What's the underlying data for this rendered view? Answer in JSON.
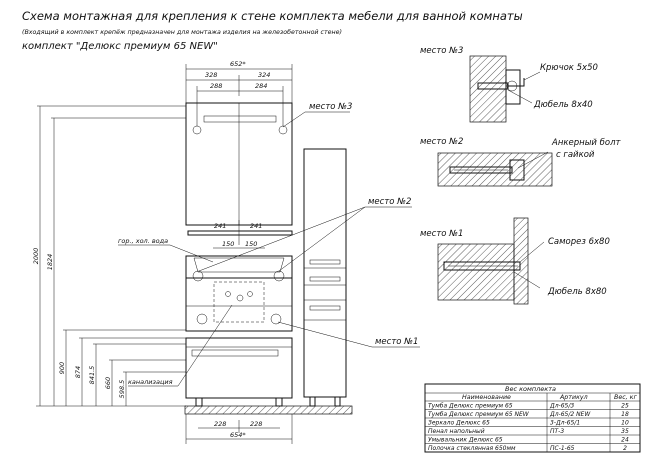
{
  "header": {
    "title": "Схема монтажная для крепления к стене комплекта мебели для ванной комнаты",
    "subtitle": "(Входящий в комплект крепёж предназначен для монтажа изделия на железобетонной стене)",
    "kit_name": "комплект \"Делюкс премиум 65 NEW\""
  },
  "dimensions": {
    "top_overall": "652*",
    "top_left": "328",
    "top_right": "324",
    "top_inner_left": "288",
    "top_inner_right": "284",
    "shelf_left": "241",
    "shelf_right": "241",
    "pipes_left": "150",
    "pipes_right": "150",
    "bottom_left": "228",
    "bottom_right": "228",
    "bottom_overall": "654*",
    "heights": [
      "2000",
      "1824",
      "900",
      "874",
      "841.5",
      "660",
      "598.5"
    ]
  },
  "labels": {
    "place3": "место №3",
    "place2": "место №2",
    "place1": "место №1",
    "water": "гор., хол. вода",
    "sewer": "канализация"
  },
  "details": [
    {
      "place": "место №3",
      "items": [
        "Крючок 5х50",
        "Дюбель 8х40"
      ]
    },
    {
      "place": "место №2",
      "items": [
        "Анкерный болт",
        "с гайкой"
      ]
    },
    {
      "place": "место №1",
      "items": [
        "Саморез 6х80",
        "Дюбель 8х80"
      ]
    }
  ],
  "weight_table": {
    "title": "Вес комплекта",
    "headers": [
      "Наименование",
      "Артикул",
      "Вес, кг"
    ],
    "rows": [
      [
        "Тумба Делюкс премиум 65",
        "Дл-65/3",
        "25"
      ],
      [
        "Тумба Делюкс премиум 65 NEW",
        "Дл-65/2 NEW",
        "18"
      ],
      [
        "Зеркало Делюкс 65",
        "3-Дл-65/1",
        "10"
      ],
      [
        "Пенал напольный",
        "ПТ-3",
        "35"
      ],
      [
        "Умывальник Делюкс 65",
        "",
        "24"
      ],
      [
        "Полочка стеклянная 650мм",
        "ПС-1-65",
        "2"
      ]
    ]
  }
}
